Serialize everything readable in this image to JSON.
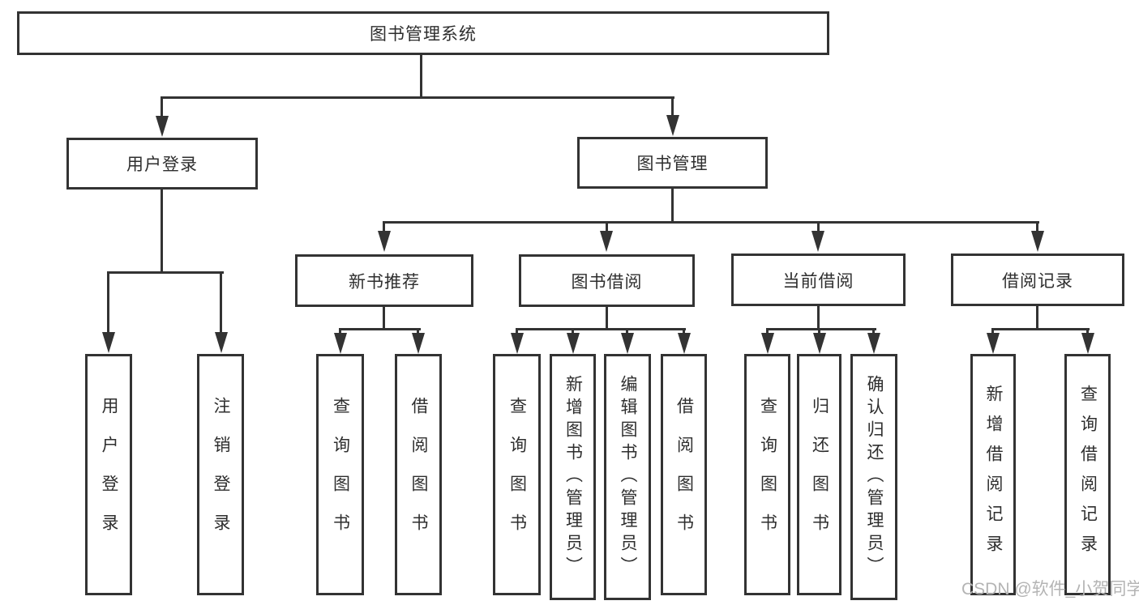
{
  "tree": {
    "root": {
      "label": "图书管理系统"
    },
    "branches": [
      {
        "label": "用户登录",
        "children": [
          {
            "label": "用户登录"
          },
          {
            "label": "注销登录"
          }
        ]
      },
      {
        "label": "图书管理",
        "children": [
          {
            "label": "新书推荐",
            "children": [
              {
                "label": "查询图书"
              },
              {
                "label": "借阅图书"
              }
            ]
          },
          {
            "label": "图书借阅",
            "children": [
              {
                "label": "查询图书"
              },
              {
                "label": "新增图书（管理员）"
              },
              {
                "label": "编辑图书（管理员）"
              },
              {
                "label": "借阅图书"
              }
            ]
          },
          {
            "label": "当前借阅",
            "children": [
              {
                "label": "查询图书"
              },
              {
                "label": "归还图书"
              },
              {
                "label": "确认归还（管理员）"
              }
            ]
          },
          {
            "label": "借阅记录",
            "children": [
              {
                "label": "新增借阅记录"
              },
              {
                "label": "查询借阅记录"
              }
            ]
          }
        ]
      }
    ]
  },
  "watermark": {
    "text": "CSDN @软件_小贺同学"
  },
  "colors": {
    "line": "#333333",
    "background": "#ffffff",
    "watermark": "#b4b4b4"
  }
}
